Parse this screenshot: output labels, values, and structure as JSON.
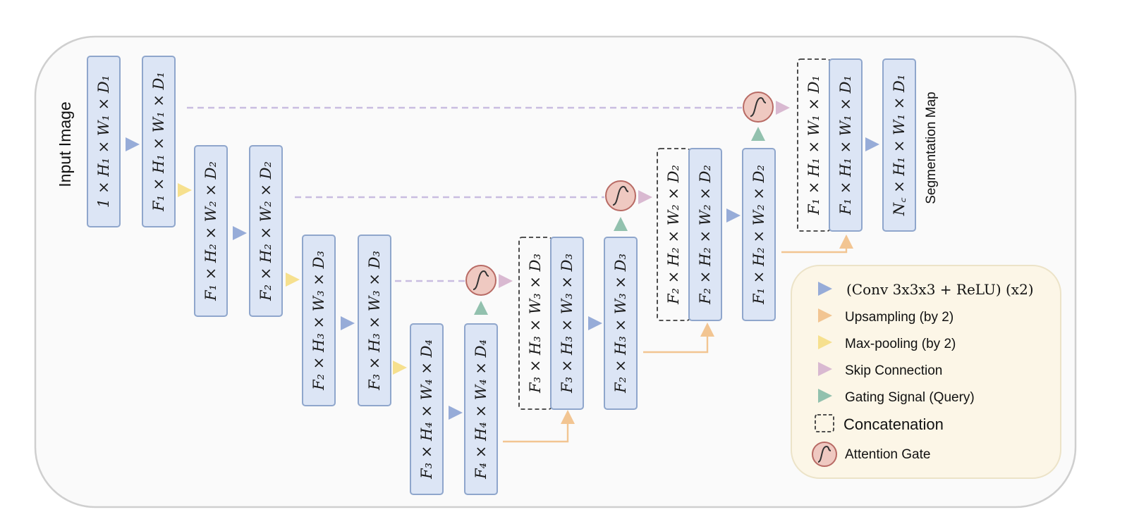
{
  "labels": {
    "input": "Input Image",
    "output": "Segmentation Map"
  },
  "blocks": [
    {
      "main": "1",
      "dims": "× H₁ × W₁ × D₁"
    },
    {
      "main": "F₁",
      "dims": "× H₁ × W₁ × D₁"
    },
    {
      "main": "F₁",
      "dims": "× H₂ × W₂ × D₂"
    },
    {
      "main": "F₂",
      "dims": "× H₂ × W₂ × D₂"
    },
    {
      "main": "F₂",
      "dims": "× H₃ × W₃ × D₃"
    },
    {
      "main": "F₃",
      "dims": "× H₃ × W₃ × D₃"
    },
    {
      "main": "F₃",
      "dims": "× H₄ × W₄ × D₄"
    },
    {
      "main": "F₄",
      "dims": "× H₄ × W₄ × D₄"
    },
    {
      "main": "F₃",
      "dims": "× H₃ × W₃ × D₃"
    },
    {
      "main": "F₃",
      "dims": "× H₃ × W₃ × D₃"
    },
    {
      "main": "F₂",
      "dims": "× H₃ × W₃ × D₃"
    },
    {
      "main": "F₂",
      "dims": "× H₂ × W₂ × D₂"
    },
    {
      "main": "F₂",
      "dims": "× H₂ × W₂ × D₂"
    },
    {
      "main": "F₁",
      "dims": "× H₂ × W₂ × D₂"
    },
    {
      "main": "F₁",
      "dims": "× H₁ × W₁ × D₁"
    },
    {
      "main": "F₁",
      "dims": "× H₁ × W₁ × D₁"
    },
    {
      "main": "N꜀",
      "dims": "× H₁ × W₁ × D₁"
    }
  ],
  "legend": {
    "conv": "(Conv 3x3x3 + ReLU) (x2)",
    "upsampling": "Upsampling (by 2)",
    "maxpool": "Max-pooling (by 2)",
    "skip": "Skip Connection",
    "gating": "Gating Signal (Query)",
    "concat": "Concatenation",
    "attention": "Attention Gate"
  },
  "colors": {
    "conv": "#97acd8",
    "upsampling": "#f2c592",
    "maxpool": "#f6e08e",
    "skip": "#d9b9d1",
    "gating": "#92c1ae",
    "gate_fill": "#efc9c1",
    "gate_stroke": "#b86a64",
    "block_fill": "#dce5f5",
    "legend_bg": "#fcf6e7"
  }
}
